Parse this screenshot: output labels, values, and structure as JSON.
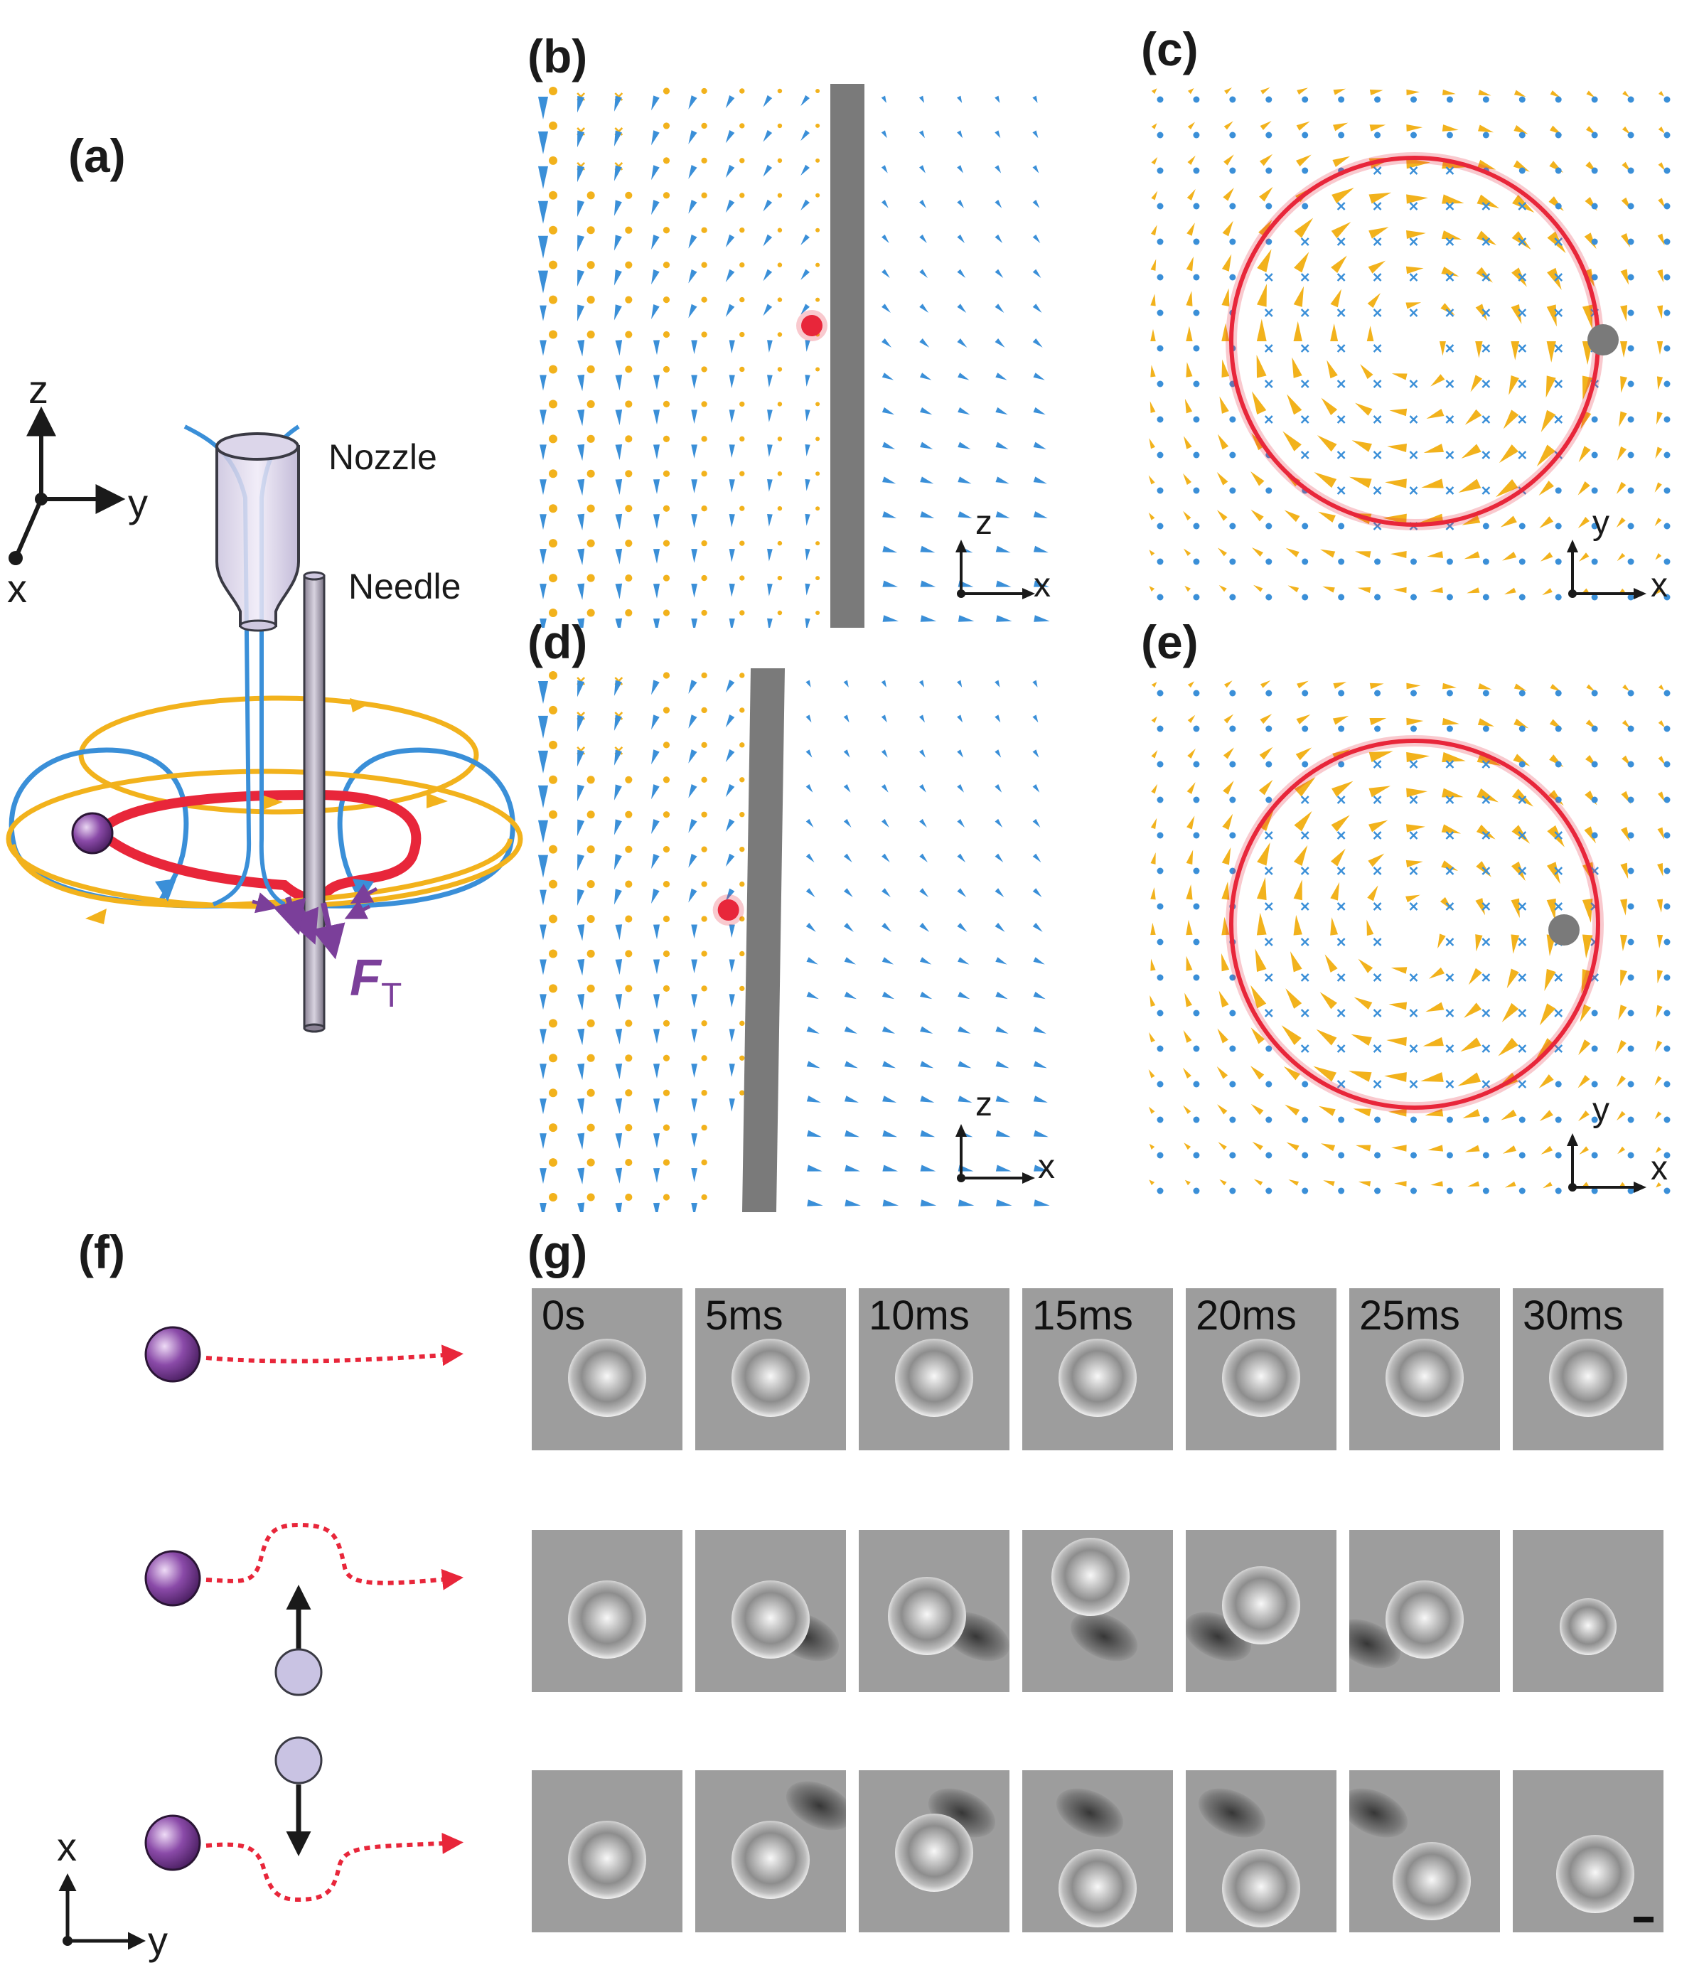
{
  "panel_labels": {
    "a": "(a)",
    "b": "(b)",
    "c": "(c)",
    "d": "(d)",
    "e": "(e)",
    "f": "(f)",
    "g": "(g)"
  },
  "panel_a": {
    "axes": {
      "z": "z",
      "y": "y",
      "x": "x"
    },
    "nozzle_label": "Nozzle",
    "needle_label": "Needle",
    "force_label": "F",
    "force_subscript": "T"
  },
  "panel_b": {
    "axis_v": "z",
    "axis_h": "x"
  },
  "panel_c": {
    "axis_v": "y",
    "axis_h": "x"
  },
  "panel_d": {
    "axis_v": "z",
    "axis_h": "x"
  },
  "panel_e": {
    "axis_v": "y",
    "axis_h": "x"
  },
  "panel_f": {
    "axis_v": "x",
    "axis_h": "y"
  },
  "panel_g": {
    "times": [
      "0s",
      "5ms",
      "10ms",
      "15ms",
      "20ms",
      "25ms",
      "30ms"
    ]
  },
  "colors": {
    "blue": "#3a8fd8",
    "orange": "#f2b21c",
    "red": "#e8263a",
    "purple": "#7b3f9a",
    "gray": "#777777"
  }
}
